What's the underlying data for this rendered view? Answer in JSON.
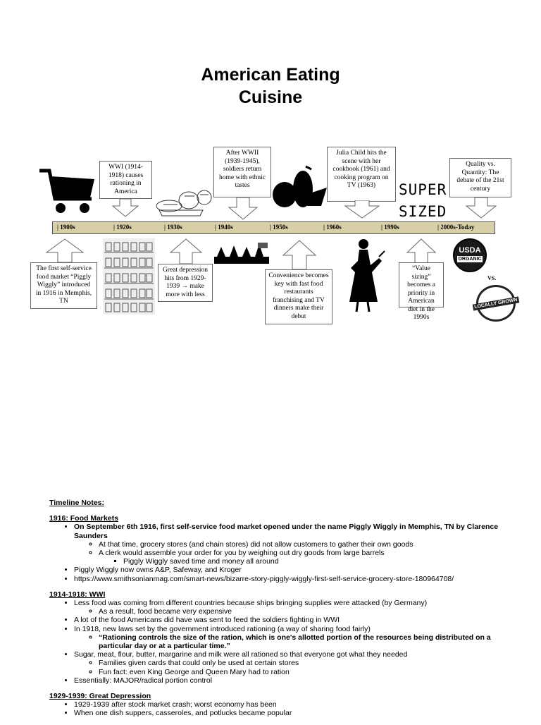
{
  "title_line1": "American Eating",
  "title_line2": "Cuisine",
  "timeline": {
    "ticks": [
      "1900s",
      "1920s",
      "1930s",
      "1940s",
      "1950s",
      "1960s",
      "1990s",
      "2000s-Today"
    ]
  },
  "top_boxes": {
    "wwi": "WWI (1914-1918) causes rationing in America",
    "wwii": "After WWII (1939-1945), soldiers return home with ethnic tastes",
    "julia": "Julia Child hits the scene with her cookbook (1961) and cooking program on TV (1963)",
    "quality": "Quality vs. Quantity: The debate of the 21st century"
  },
  "bottom_boxes": {
    "piggly": "The first self-service food market “Piggly Wiggly” introduced in 1916 in Memphis, TN",
    "depression": "Great depression hits from 1929-1939 → make more with less",
    "convenience": "Convenience becomes key with fast food restaurants franchising and TV dinners make their debut",
    "value": "“Value sizing” becomes a priority in American diet in the 1990s"
  },
  "super_sized": {
    "line1": "SUPER",
    "line2": "SIZED"
  },
  "usda": {
    "line1": "USDA",
    "line2": "ORGANIC"
  },
  "vs": "VS.",
  "locally_grown": "LOCALLY GROWN",
  "notes": {
    "heading": "Timeline Notes:",
    "s1": {
      "title": "1916: Food Markets",
      "b1": "On September 6th 1916, first self-service food market opened under the name Piggly Wiggly in Memphis, TN by Clarence Saunders",
      "b1a": "At that time, grocery stores (and chain stores) did not allow customers to gather their own goods",
      "b1b": "A clerk would assemble your order for you by weighing out dry goods from large barrels",
      "b1b1": "Piggly Wiggly saved time and money all around",
      "b2": "Piggly Wiggly now owns A&P, Safeway, and Kroger",
      "b3": "https://www.smithsonianmag.com/smart-news/bizarre-story-piggly-wiggly-first-self-service-grocery-store-180964708/"
    },
    "s2": {
      "title": "1914-1918: WWI",
      "b1": "Less food was coming from different countries because ships bringing supplies were attacked (by Germany)",
      "b1a": "As a result, food became very expensive",
      "b2": "A lot of the food Americans did have was sent to feed the soldiers fighting in WWI",
      "b3": "In 1918, new laws set by the government introduced rationing (a way of sharing food fairly)",
      "b3a": "“Rationing controls the size of the ration, which is one's allotted portion of the resources being distributed on a particular day or at a particular time.”",
      "b4": "Sugar, meat, flour, butter, margarine and milk were all rationed so that everyone got what they needed",
      "b4a": "Families given cards that could only be used at certain stores",
      "b4b": "Fun fact: even King George and Queen Mary had to ration",
      "b5": "Essentially: MAJOR/radical portion control"
    },
    "s3": {
      "title": "1929-1939: Great Depression",
      "b1": "1929-1939 after stock market crash; worst economy has been",
      "b2": "When one dish suppers, casseroles, and potlucks became popular"
    }
  }
}
